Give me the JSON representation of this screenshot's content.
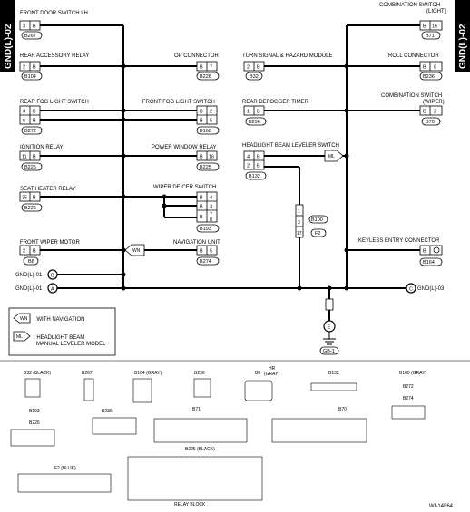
{
  "side_tabs": {
    "left": "GND(L)-02",
    "right": "GND(L)-02"
  },
  "components": {
    "front_door_switch_lh": {
      "label": "FRONT DOOR SWITCH LH",
      "pin": "3",
      "color": "B",
      "code": "B267"
    },
    "rear_accessory_relay": {
      "label": "REAR ACCESSORY RELAY",
      "pin": "2",
      "color": "B",
      "code": "B104"
    },
    "rear_fog_light_switch": {
      "label": "REAR FOG LIGHT SWITCH",
      "pin1": "3",
      "color1": "B",
      "pin2": "6",
      "color2": "B",
      "code": "B272"
    },
    "ignition_relay": {
      "label": "IGNITION RELAY",
      "pin": "11",
      "color": "B",
      "code": "B225"
    },
    "seat_heater_relay": {
      "label": "SEAT HEATER RELAY",
      "pin": "35",
      "color": "B",
      "code": "B226"
    },
    "front_wiper_motor": {
      "label": "FRONT WIPER MOTOR",
      "pin": "2",
      "color": "B",
      "code": "B8"
    },
    "op_connector": {
      "label": "OP CONNECTOR",
      "pin": "7",
      "color": "B",
      "code": "B228"
    },
    "front_fog_light_switch": {
      "label": "FRONT FOG LIGHT SWITCH",
      "pin1": "2",
      "pin2": "5",
      "color": "B",
      "code": "B160"
    },
    "power_window_relay": {
      "label": "POWER WINDOW RELAY",
      "pin": "16",
      "color": "B",
      "code": "B225"
    },
    "wiper_deicer_switch": {
      "label": "WIPER DEICER SWITCH",
      "pins": [
        "4",
        "3",
        "7",
        "8"
      ],
      "color": "B",
      "code": "B193"
    },
    "navigation_unit": {
      "label": "NAVIGATION UNIT",
      "pin": "5",
      "color": "B",
      "code": "B274",
      "tag": "WN"
    },
    "turn_signal_hazard_module": {
      "label": "TURN SIGNAL & HAZARD MODULE",
      "pin": "2",
      "color": "B",
      "code": "B32"
    },
    "rear_defogger_timer": {
      "label": "REAR DEFOGGER TIMER",
      "pin": "1",
      "color": "B",
      "code": "B296"
    },
    "headlight_beam_leveler_switch": {
      "label": "HEADLIGHT BEAM LEVELER SWITCH",
      "pin1": "4",
      "pin2": "2",
      "color": "B",
      "code": "B132",
      "tag": "ML"
    },
    "combination_switch_light": {
      "label": "COMBINATION SWITCH",
      "sub": "(LIGHT)",
      "pin": "16",
      "color": "B",
      "code": "B71"
    },
    "roll_connector": {
      "label": "ROLL CONNECTOR",
      "pin": "8",
      "color": "B",
      "code": "B236"
    },
    "combination_switch_wiper": {
      "label": "COMBINATION SWITCH",
      "sub": "(WIPER)",
      "pin": "2",
      "color": "B",
      "code": "B70"
    },
    "keyless_entry_connector": {
      "label": "KEYLESS ENTRY CONNECTOR",
      "color": "B",
      "code": "B164"
    },
    "inline_connector": {
      "code": "B100",
      "sub": "F2",
      "pins": [
        "1",
        "3",
        "17"
      ]
    },
    "gb1": {
      "code": "GB-1",
      "letter": "E"
    }
  },
  "ground_lines": {
    "gnd01_b": {
      "label": "GND(L)-01",
      "letter": "B"
    },
    "gnd01_a": {
      "label": "GND(L)-01",
      "letter": "A"
    },
    "gnd03_c": {
      "label": "GND(L)-03",
      "letter": "C"
    }
  },
  "legend": {
    "wn_tag": "WN",
    "wn_text": ": WITH NAVIGATION",
    "ml_tag": "ML",
    "ml_text1": ": HEADLIGHT BEAM",
    "ml_text2": "MANUAL LEVELER MODEL"
  },
  "connector_views": {
    "b32": "B32 (BLACK)",
    "b267": "B267",
    "b104": "B104 (GRAY)",
    "b296": "B296",
    "b8": "B8",
    "b8_color": "HR",
    "b8_color2": "(GRAY)",
    "b132": "B132",
    "b160": "B160 (GRAY)",
    "b272": "B272",
    "b274": "B274",
    "b193": "B193",
    "b226": "B226",
    "b236": "B236",
    "b71": "B71",
    "b70": "B70",
    "b225": "B225 (BLACK)",
    "f2": "F2 (BLUE)",
    "relay_block": "RELAY BLOCK"
  },
  "figure_id": "WI-14864"
}
